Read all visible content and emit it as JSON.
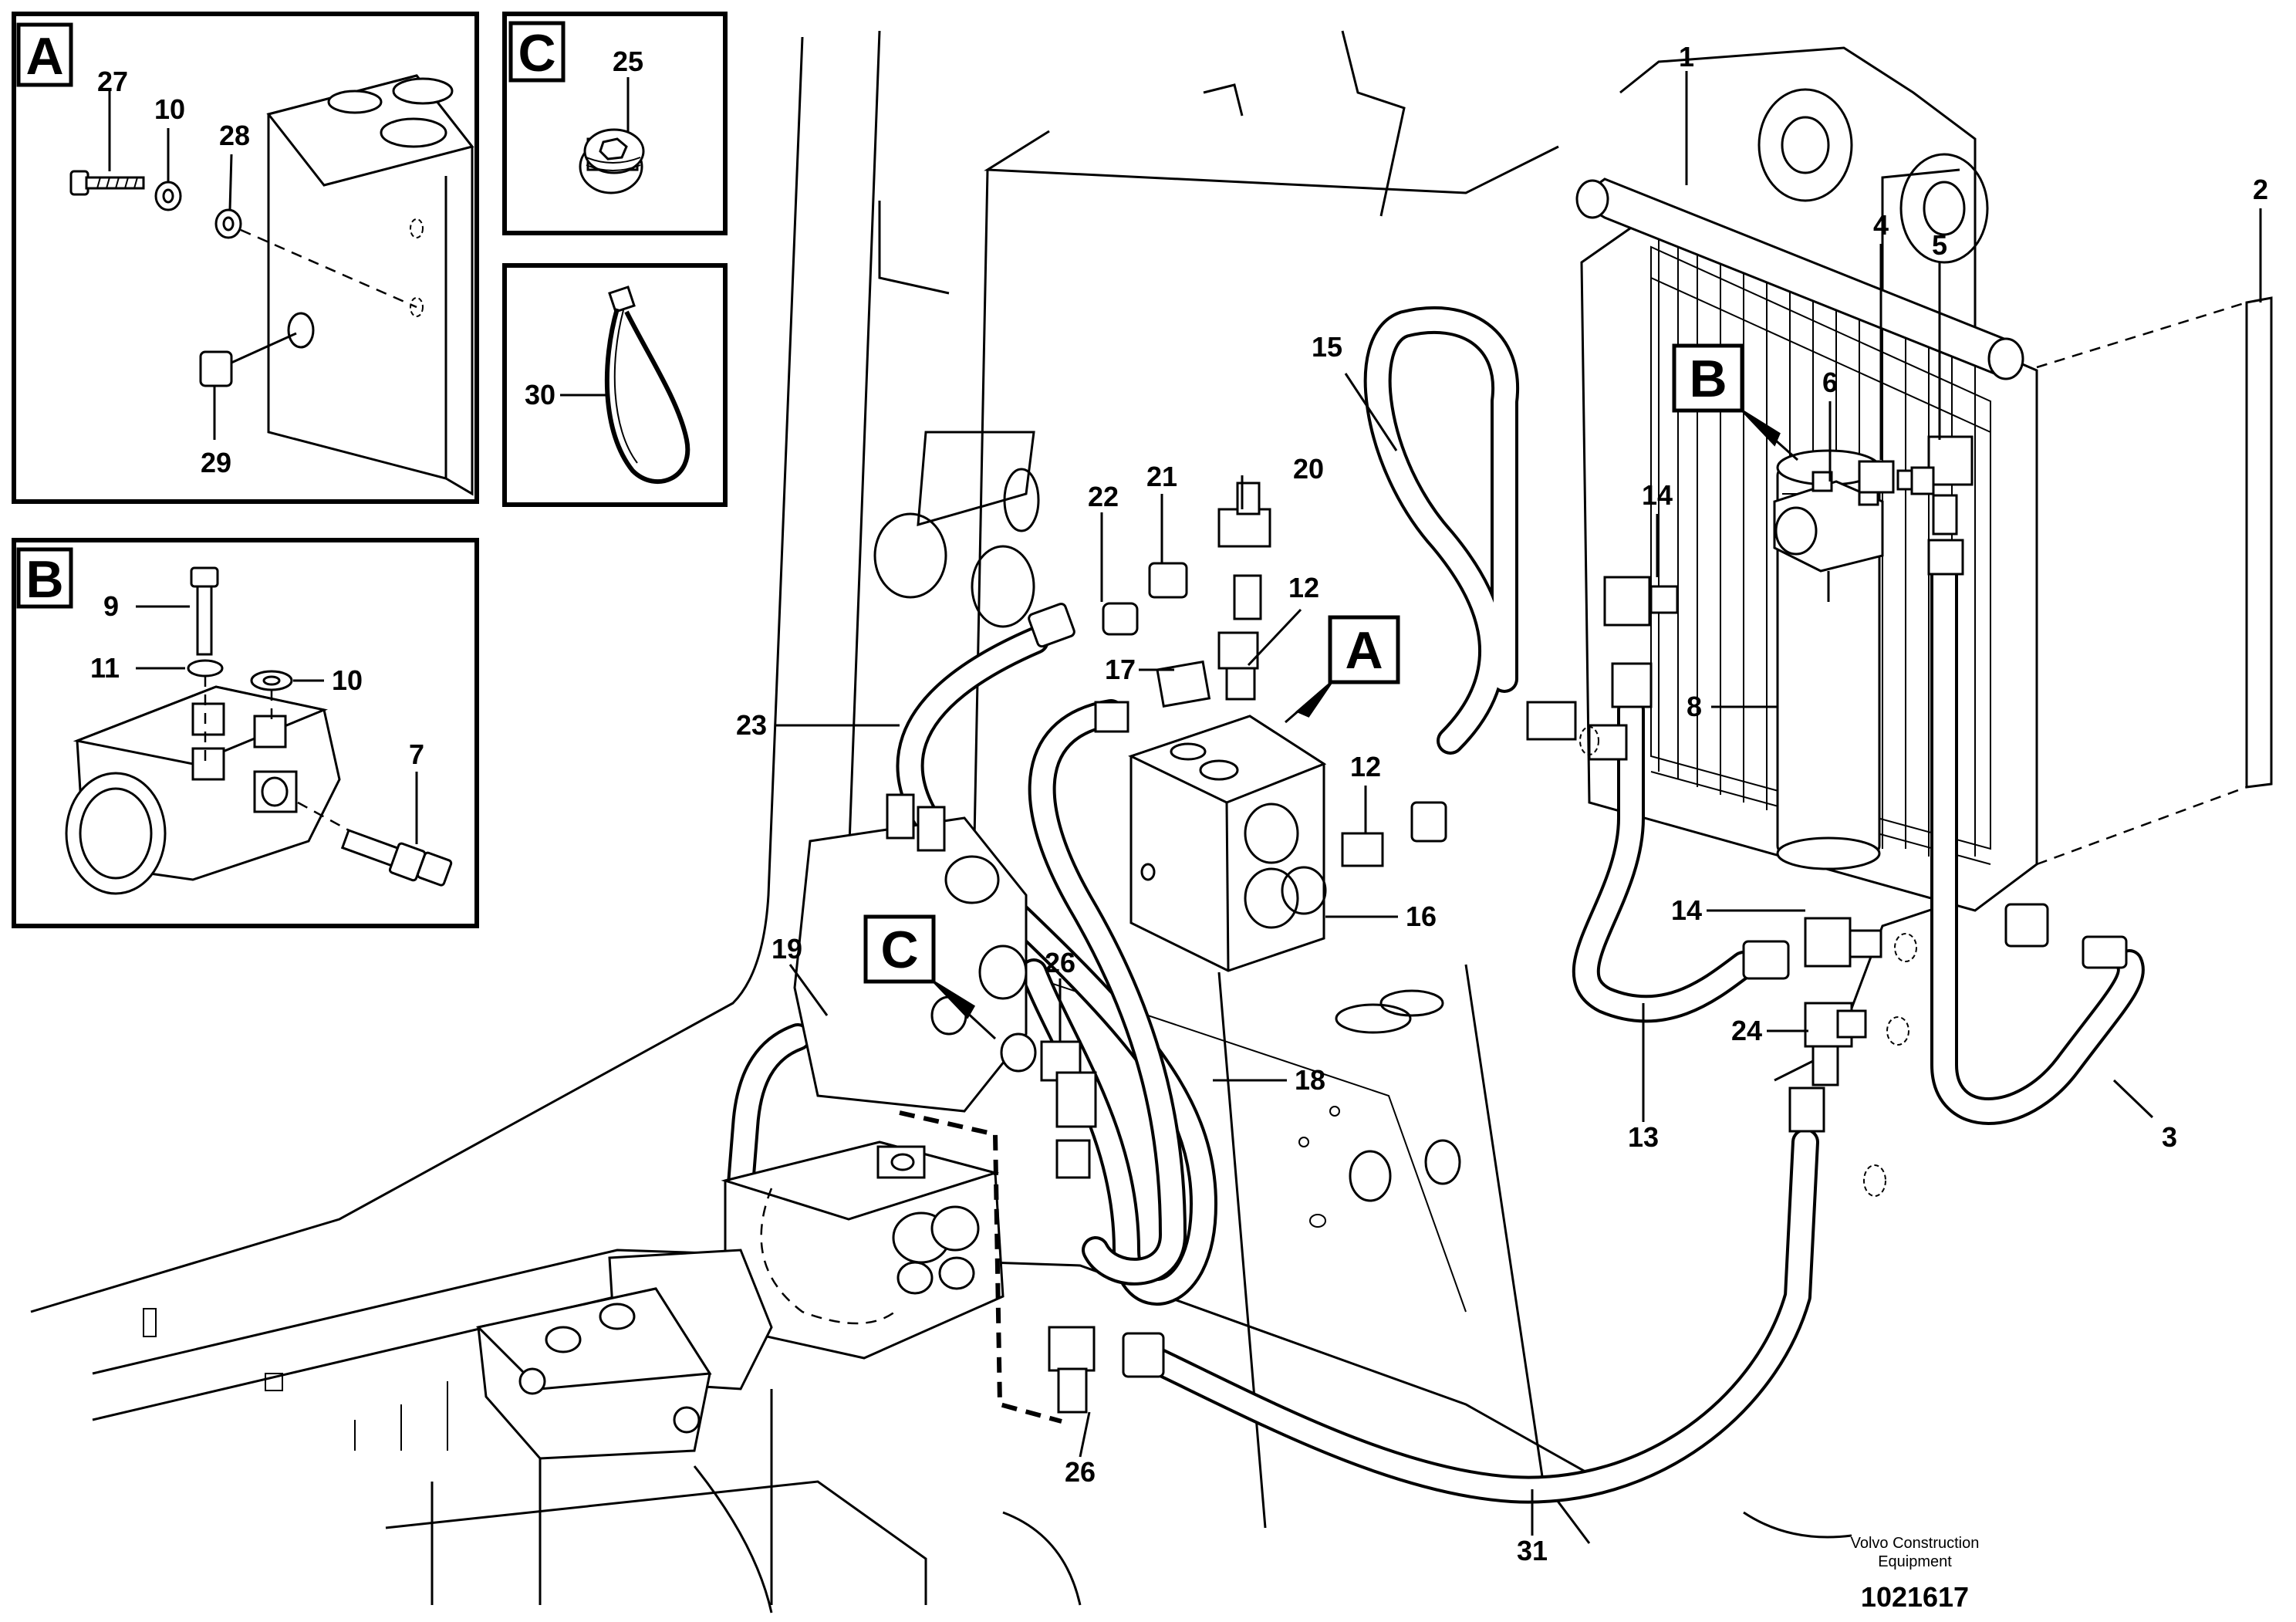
{
  "detail_boxes": {
    "A": {
      "letter": "A",
      "callouts": [
        "27",
        "10",
        "28",
        "29"
      ]
    },
    "B": {
      "letter": "B",
      "callouts": [
        "9",
        "11",
        "10",
        "7"
      ]
    },
    "C": {
      "letter": "C",
      "callouts": [
        "25"
      ]
    },
    "tie": {
      "callouts": [
        "30"
      ]
    }
  },
  "main_view": {
    "reference_letters": [
      "A",
      "B",
      "C"
    ],
    "callouts": [
      "1",
      "2",
      "3",
      "4",
      "5",
      "6",
      "8",
      "12",
      "12",
      "13",
      "14",
      "14",
      "15",
      "16",
      "17",
      "18",
      "19",
      "20",
      "21",
      "22",
      "23",
      "24",
      "26",
      "26",
      "31"
    ]
  },
  "footer": {
    "company_line1": "Volvo Construction",
    "company_line2": "Equipment",
    "drawing_number": "1021617"
  }
}
